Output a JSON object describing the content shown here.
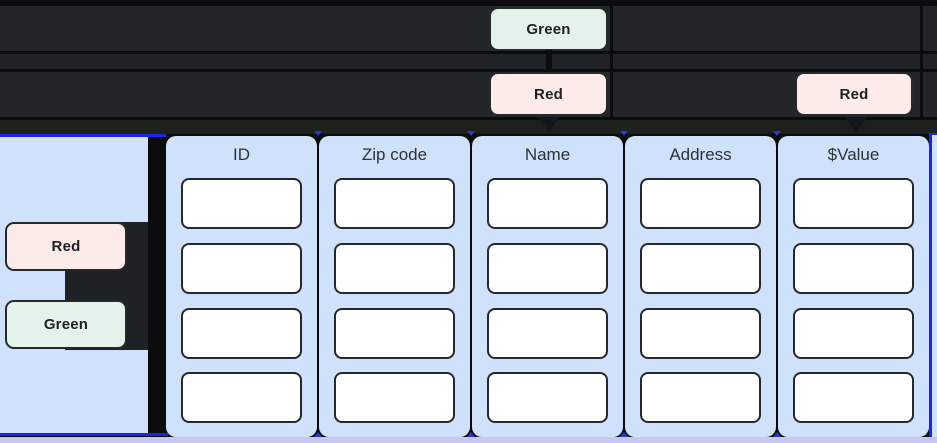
{
  "colors": {
    "background": "#0a0c0d",
    "dark_row": "#232629",
    "dark_row_tinted": "#1c211e",
    "panel_blue": "#cfe1fb",
    "chip_green_bg": "#e4f3e9",
    "chip_red_bg": "#fcebe8",
    "chip_border": "#26292c",
    "cell_bg": "#ffffff",
    "cell_border": "#26292c",
    "selection_blue": "#1b24ee",
    "footer_strip": "#c7c8ef",
    "text_dark": "#202124"
  },
  "top_area": {
    "chips": {
      "green": {
        "label": "Green"
      },
      "red_over_name": {
        "label": "Red"
      },
      "red_over_value": {
        "label": "Red"
      }
    }
  },
  "left_panel": {
    "chips": [
      {
        "label": "Red"
      },
      {
        "label": "Green"
      }
    ]
  },
  "table": {
    "rows_per_column": 4,
    "columns": [
      {
        "header": "ID"
      },
      {
        "header": "Zip code"
      },
      {
        "header": "Name"
      },
      {
        "header": "Address"
      },
      {
        "header": "$Value"
      }
    ]
  }
}
